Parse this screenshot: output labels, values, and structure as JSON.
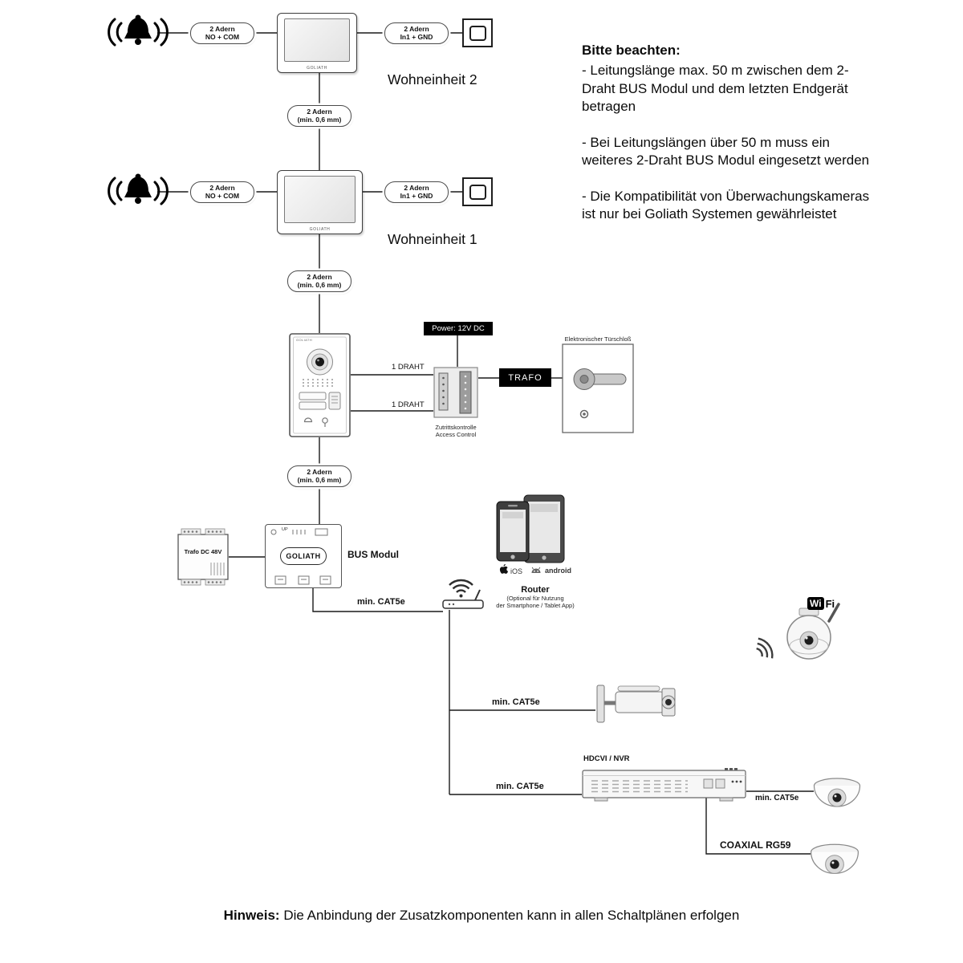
{
  "labels": {
    "adern_no_com_1": "2 Adern",
    "adern_no_com_2": "NO + COM",
    "adern_in1_gnd_1": "2 Adern",
    "adern_in1_gnd_2": "In1 + GND",
    "adern_min_1": "2 Adern",
    "adern_min_2": "(min. 0,6 mm)",
    "unit2": "Wohneinheit 2",
    "unit1": "Wohneinheit 1",
    "power": "Power: 12V DC",
    "draht": "1 DRAHT",
    "trafo": "TRAFO",
    "door_lock": "Elektronischer Türschloß",
    "access_1": "Zutrittskontrolle",
    "access_2": "Access Control",
    "psu": "Trafo DC 48V",
    "bus_modul": "BUS Modul",
    "goliath": "GOLIATH",
    "up": "UP",
    "ios": "iOS",
    "android": "android",
    "router": "Router",
    "router_sub1": "(Optional für Nutzung",
    "router_sub2": "der Smartphone / Tablet App)",
    "cat5e": "min. CAT5e",
    "hdcvi": "HDCVI / NVR",
    "coaxial": "COAXIAL RG59",
    "wifi_wi": "Wi",
    "wifi_fi": "Fi"
  },
  "notes": {
    "heading": "Bitte beachten:",
    "para1": "- Leitungslänge max. 50 m zwischen dem 2-Draht BUS Modul und dem letzten Endgerät betragen",
    "para2": "- Bei Leitungslängen über 50 m muss ein weiteres 2-Draht BUS Modul eingesetzt werden",
    "para3": "- Die Kompatibilität von Überwachungskameras ist nur bei Goliath Systemen gewährleistet"
  },
  "footer": {
    "bold": "Hinweis:",
    "text": "Die Anbindung der Zusatzkomponenten kann in allen Schaltplänen erfolgen"
  }
}
